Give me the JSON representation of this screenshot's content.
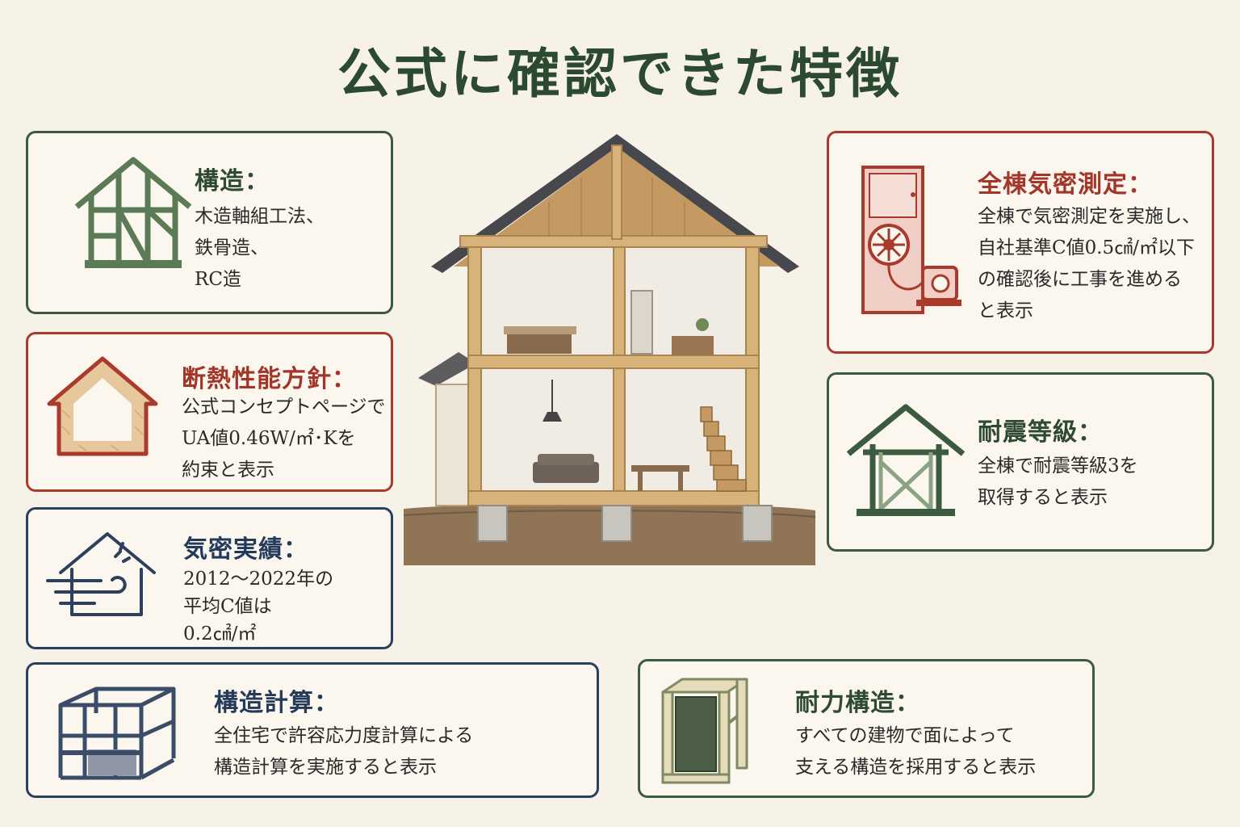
{
  "title": "公式に確認できた特徴",
  "colors": {
    "green": "#3c5a3e",
    "red": "#a93a2c",
    "navy": "#2b3f5e",
    "background": "#f7f2e8"
  },
  "cards": {
    "structure": {
      "icon": "timber-frame-house-icon",
      "heading": "構造：",
      "lines": [
        "木造軸組工法、",
        "鉄骨造、",
        "RC造"
      ]
    },
    "insulation": {
      "icon": "insulated-house-icon",
      "heading": "断熱性能方針：",
      "lines": [
        "公式コンセプトページで",
        "UA値0.46W/㎡･Kを",
        "約束と表示"
      ]
    },
    "airtightness": {
      "icon": "airflow-house-icon",
      "heading": "気密実績：",
      "lines": [
        "2012～2022年の",
        "平均C値は",
        "0.2㎠/㎡"
      ]
    },
    "calculation": {
      "icon": "steel-frame-icon",
      "heading": "構造計算：",
      "lines": [
        "全住宅で許容応力度計算による",
        "構造計算を実施すると表示"
      ]
    },
    "airtest": {
      "icon": "blower-door-icon",
      "heading": "全棟気密測定：",
      "lines": [
        "全棟で気密測定を実施し、",
        "自社基準C値0.5㎠/㎡以下",
        "の確認後に工事を進める",
        "と表示"
      ]
    },
    "seismic": {
      "icon": "braced-frame-house-icon",
      "heading": "耐震等級：",
      "lines": [
        "全棟で耐震等級3を",
        "取得すると表示"
      ]
    },
    "shearwall": {
      "icon": "shear-wall-frame-icon",
      "heading": "耐力構造：",
      "lines": [
        "すべての建物で面によって",
        "支える構造を採用すると表示"
      ]
    }
  },
  "illustration": {
    "icon": "house-cutaway-illustration"
  }
}
